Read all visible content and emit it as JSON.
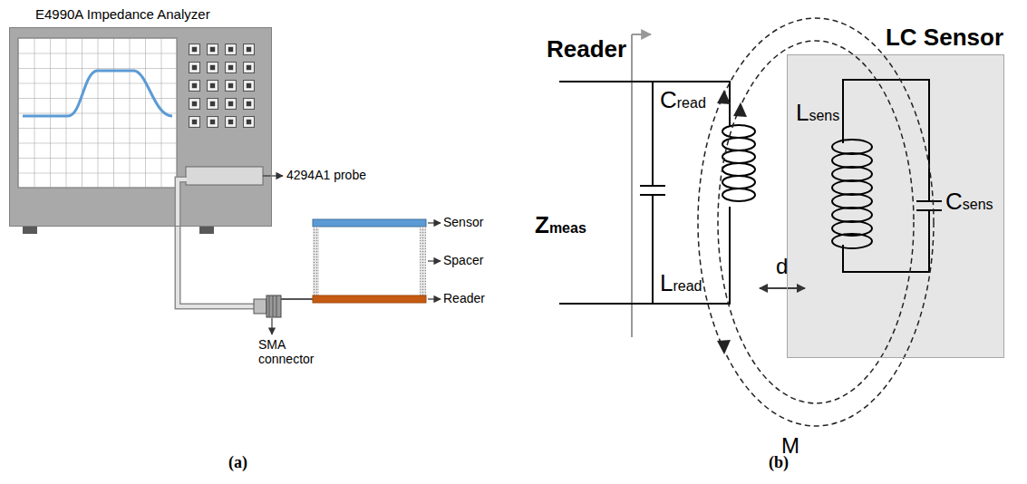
{
  "diagram": {
    "nodes": [
      {
        "text": [
          "E4990A Impedance Analyzer"
        ]
      },
      {
        "text": [
          "LC Sensor"
        ]
      }
    ],
    "labels": [
      "4294A1 probe",
      "Sensor",
      "Spacer",
      "Reader",
      "SMA connector",
      "(a)",
      "Reader",
      "Zmeas",
      "Cread",
      "Lread",
      "d",
      "Lsens",
      "Csens",
      "M",
      "(b)"
    ]
  }
}
